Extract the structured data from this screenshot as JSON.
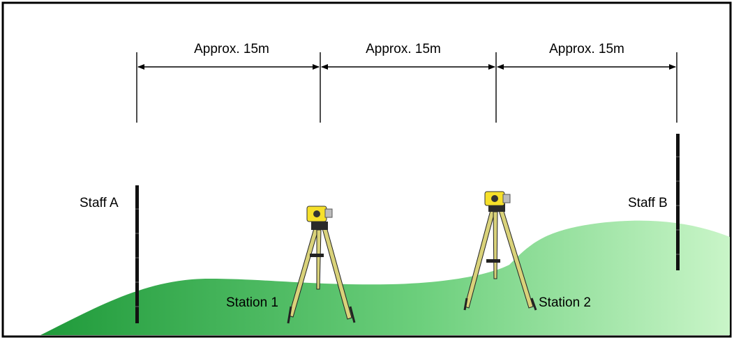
{
  "diagram": {
    "distance_labels": [
      "Approx. 15m",
      "Approx. 15m",
      "Approx. 15m"
    ],
    "staffs": {
      "a": {
        "label": "Staff A"
      },
      "b": {
        "label": "Staff B"
      }
    },
    "stations": {
      "one": {
        "label": "Station 1"
      },
      "two": {
        "label": "Station 2"
      }
    },
    "colors": {
      "ground_dark": "#1f9a3a",
      "ground_mid": "#6ccf7c",
      "ground_light": "#c9f5c8",
      "instrument_yellow": "#f6e02a",
      "tripod_leg": "#d9d27a",
      "staff": "#111111",
      "frame": "#000000"
    }
  }
}
